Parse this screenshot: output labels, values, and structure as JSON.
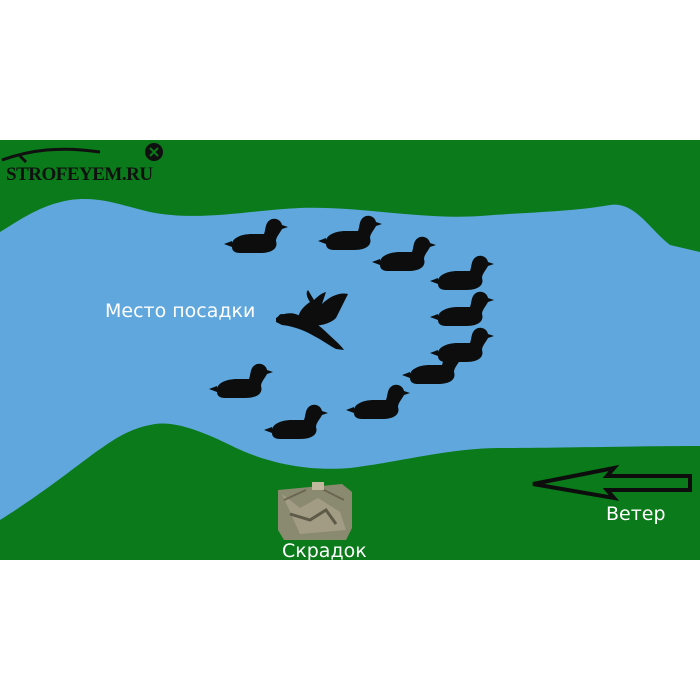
{
  "logo": {
    "text": "STROFEYEM.RU"
  },
  "labels": {
    "landing_spot": "Место посадки",
    "wind": "Ветер",
    "blind": "Скрадок"
  },
  "colors": {
    "grass": "#0a7a1a",
    "water": "#5fa7dc",
    "decoy": "#0d0d0d",
    "label_text": "#ffffff",
    "background": "#ffffff"
  },
  "icons": {
    "decoy": "duck-decoy-icon",
    "flying_duck": "flying-duck-icon",
    "wind_arrow": "wind-arrow-icon",
    "blind": "hunting-blind-icon",
    "logo": "fishing-rod-logo-icon"
  }
}
